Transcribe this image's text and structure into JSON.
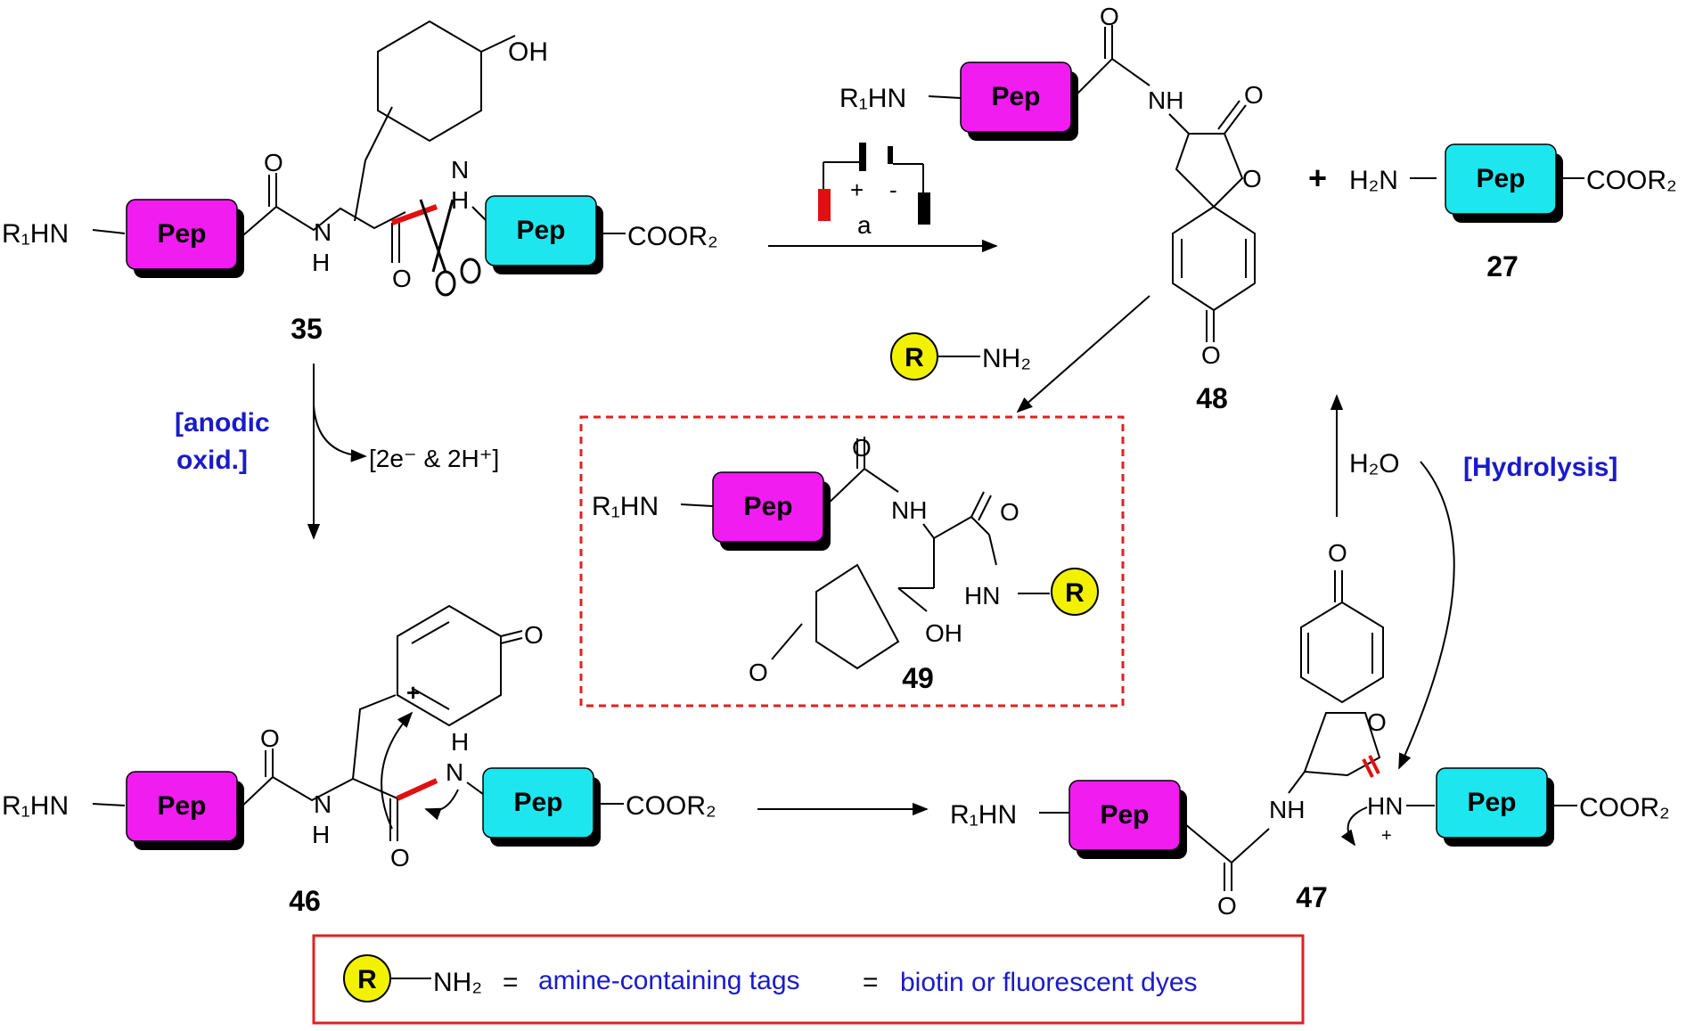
{
  "colors": {
    "pep_magenta": "#f01cf0",
    "pep_cyan": "#1ee6ee",
    "tag_yellow": "#f2f200",
    "label_blue": "#1a1acc",
    "cleavage_red": "#e01010",
    "box_red": "#e02020"
  },
  "labels": {
    "pep": "Pep",
    "r1hn": "R₁HN",
    "cooor2": "COOR₂",
    "h2n": "H₂N",
    "o": "O",
    "oh": "OH",
    "nh": "NH",
    "n": "N",
    "h": "H",
    "hn": "HN",
    "r": "R",
    "nh2": "NH₂",
    "h2o": "H₂O",
    "plus": "+",
    "minus": "-",
    "big_plus": "+",
    "electrode_a": "a"
  },
  "compounds": {
    "c35": "35",
    "c46": "46",
    "c47": "47",
    "c48": "48",
    "c49": "49",
    "c27": "27"
  },
  "conditions": {
    "anodic_line1": "[anodic",
    "anodic_line2": "oxid.]",
    "electrons": "[2e⁻ & 2H⁺]",
    "hydrolysis": "[Hydrolysis]"
  },
  "legend": {
    "equals1": "=",
    "tags_text": "amine-containing tags",
    "equals2": "=",
    "dyes_text": "biotin or fluorescent dyes"
  }
}
